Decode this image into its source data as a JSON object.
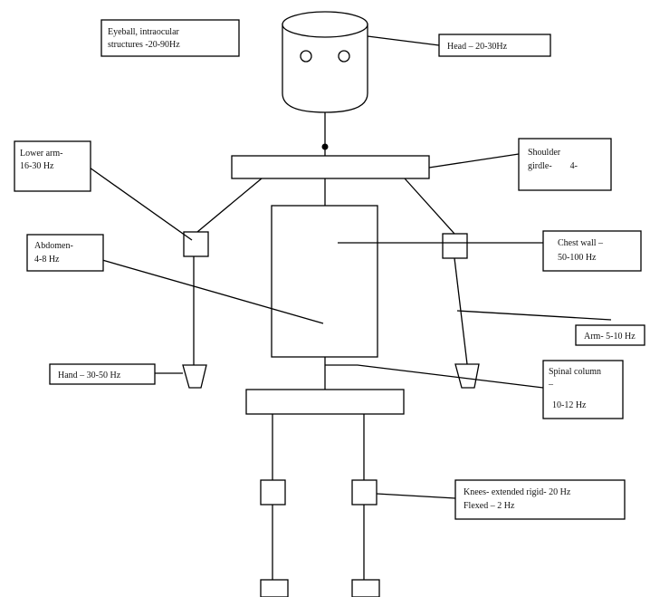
{
  "labels": {
    "eyeball_1": "Eyeball, intraocular",
    "eyeball_2": "structures -20-90Hz",
    "head": "Head – 20-30Hz",
    "lower_arm_1": "Lower arm-",
    "lower_arm_2": "16-30 Hz",
    "shoulder_1": "Shoulder",
    "shoulder_2": "girdle-        4-",
    "abdomen_1": "Abdomen-",
    "abdomen_2": "4-8 Hz",
    "chest_1": "Chest wall –",
    "chest_2": "50-100 Hz",
    "arm": "Arm- 5-10 Hz",
    "hand": "Hand – 30-50 Hz",
    "spinal_1": "Spinal column",
    "spinal_2": "–",
    "spinal_3": "10-12 Hz",
    "knees_1": "Knees- extended rigid- 20 Hz",
    "knees_2": "Flexed – 2 Hz"
  }
}
